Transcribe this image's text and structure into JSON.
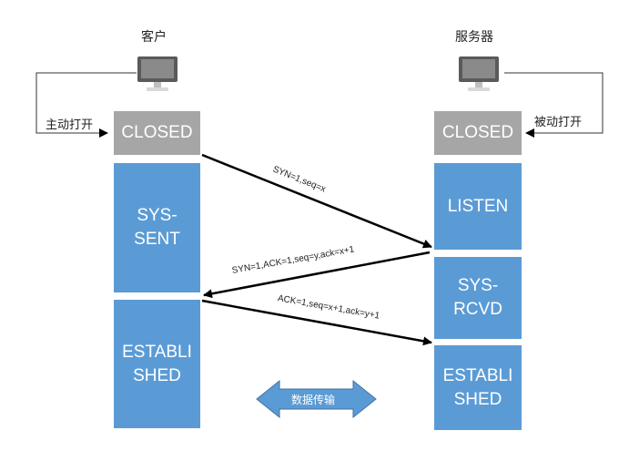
{
  "client": {
    "title": "客户",
    "open_label": "主动打开",
    "states": [
      "CLOSED",
      "SYS-\nSENT",
      "ESTABLI\nSHED"
    ]
  },
  "server": {
    "title": "服务器",
    "open_label": "被动打开",
    "states": [
      "CLOSED",
      "LISTEN",
      "SYS-\nRCVD",
      "ESTABLI\nSHED"
    ]
  },
  "messages": {
    "syn": "SYN=1,seq=x",
    "synack": "SYN=1,ACK=1,seq=y,ack=x+1",
    "ack": "ACK=1,seq=x+1,ack=y+1"
  },
  "data_transfer": "数据传输",
  "colors": {
    "closed": "#a6a6a6",
    "state": "#5b9bd5",
    "transfer_arrow": "#5b9bd5"
  }
}
